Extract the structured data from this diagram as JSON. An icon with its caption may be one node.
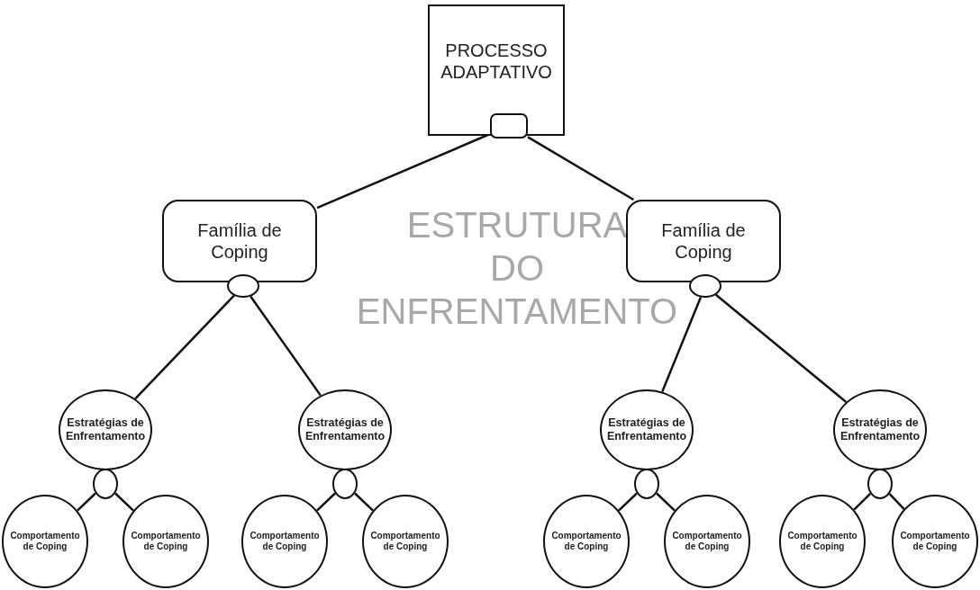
{
  "diagram": {
    "title": "ESTRUTURA DO ENFRENTAMENTO",
    "nodes": [
      {
        "text": [
          "PROCESSO ADAPTATIVO"
        ]
      },
      {
        "text": [],
        "shape": "box",
        "in": 0
      },
      {
        "text": [
          "Família de Coping"
        ]
      },
      {
        "text": [
          "Família de Coping"
        ]
      },
      {
        "text": [],
        "shape": "circle"
      },
      {
        "text": [],
        "shape": "circle"
      },
      {
        "text": [
          "Estratégias de Enfrentamento"
        ]
      },
      {
        "text": [
          "Estratégias de Enfrentamento"
        ]
      },
      {
        "text": [
          "Estratégias de Enfrentamento"
        ]
      },
      {
        "text": [
          "Estratégias de Enfrentamento"
        ]
      },
      {
        "text": [],
        "shape": "circle"
      },
      {
        "text": [],
        "shape": "circle"
      },
      {
        "text": [],
        "shape": "circle"
      },
      {
        "text": [],
        "shape": "circle"
      },
      {
        "text": [
          "Comportamento de Coping"
        ]
      },
      {
        "text": [
          "Comportamento de Coping"
        ]
      },
      {
        "text": [
          "Comportamento de Coping"
        ]
      },
      {
        "text": [
          "Comportamento de Coping"
        ]
      },
      {
        "text": [
          "Comportamento de Coping"
        ]
      },
      {
        "text": [
          "Comportamento de Coping"
        ]
      },
      {
        "text": [
          "Comportamento de Coping"
        ]
      },
      {
        "text": [
          "Comportamento de Coping"
        ]
      }
    ],
    "edges": [
      {
        "from": 1,
        "to": 2,
        "arrow": "none"
      },
      {
        "from": 1,
        "to": 3,
        "arrow": "none"
      },
      {
        "from": 4,
        "to": 6,
        "arrow": "none"
      },
      {
        "from": 4,
        "to": 7,
        "arrow": "none"
      },
      {
        "from": 5,
        "to": 8,
        "arrow": "none"
      },
      {
        "from": 5,
        "to": 9,
        "arrow": "none"
      },
      {
        "from": 10,
        "to": 14,
        "arrow": "none"
      },
      {
        "from": 10,
        "to": 15,
        "arrow": "none"
      },
      {
        "from": 11,
        "to": 16,
        "arrow": "none"
      },
      {
        "from": 11,
        "to": 17,
        "arrow": "none"
      },
      {
        "from": 12,
        "to": 18,
        "arrow": "none"
      },
      {
        "from": 12,
        "to": 19,
        "arrow": "none"
      },
      {
        "from": 13,
        "to": 20,
        "arrow": "none"
      },
      {
        "from": 13,
        "to": 21,
        "arrow": "none"
      }
    ]
  }
}
